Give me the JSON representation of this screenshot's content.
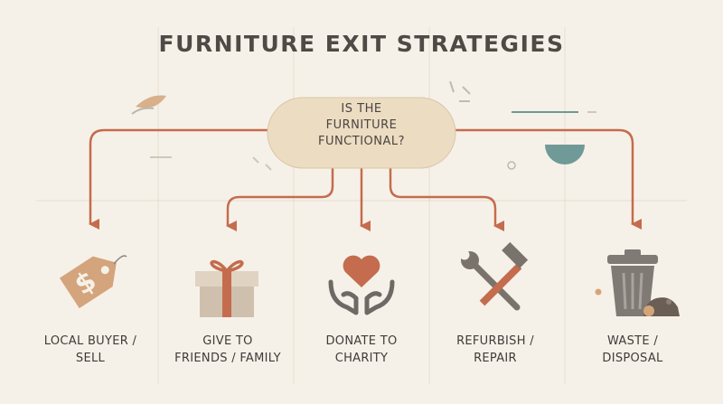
{
  "title": "FURNITURE EXIT STRATEGIES",
  "decision": {
    "line1": "IS THE",
    "line2": "FURNITURE",
    "line3": "FUNCTIONAL?"
  },
  "options": [
    {
      "line1": "LOCAL BUYER /",
      "line2": "SELL",
      "icon": "price-tag-icon"
    },
    {
      "line1": "GIVE TO",
      "line2": "FRIENDS / FAMILY",
      "icon": "gift-icon"
    },
    {
      "line1": "DONATE TO",
      "line2": "CHARITY",
      "icon": "heart-hands-icon"
    },
    {
      "line1": "REFURBISH /",
      "line2": "REPAIR",
      "icon": "wrench-hammer-icon"
    },
    {
      "line1": "WASTE /",
      "line2": "DISPOSAL",
      "icon": "trash-can-icon"
    }
  ],
  "colors": {
    "background": "#f6f1e8",
    "arrow": "#c46c4d",
    "decision_fill": "#ecdcc2",
    "title": "#4f4a45",
    "teal": "#6f9a97",
    "tan": "#d5a57a",
    "gray": "#7f7a74"
  }
}
